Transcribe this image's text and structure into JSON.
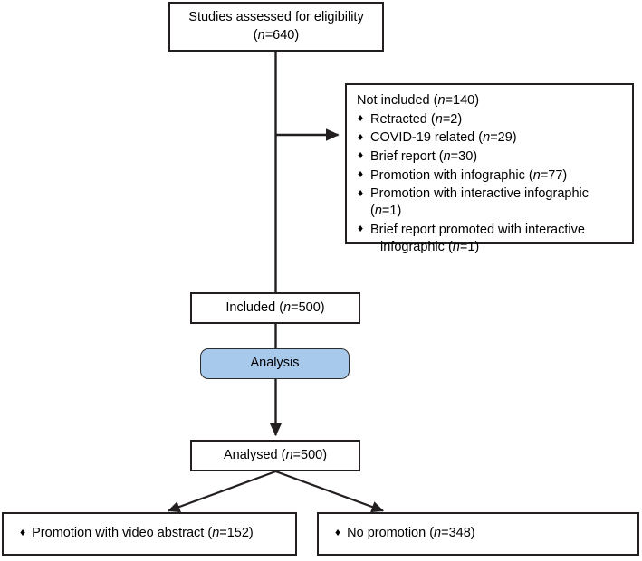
{
  "diagram": {
    "type": "flowchart",
    "title_text": "Study selection flow diagram",
    "colors": {
      "stroke": "#231f20",
      "node_fill": "#ffffff",
      "accent_fill": "#a6c9ec",
      "text": "#000000"
    },
    "bullet_glyph": "♦"
  },
  "nodes": {
    "assessed": {
      "label": "Studies assessed for eligibility",
      "n_prefix": "(",
      "n_label": "n",
      "n_value": "=640)",
      "count": 640
    },
    "not_included": {
      "title_label": "Not included (",
      "title_n": "n",
      "title_value": "=140)",
      "count": 140,
      "items": [
        {
          "label": "Retracted (",
          "n": "n",
          "value": "=2)",
          "count": 2,
          "wrap": ""
        },
        {
          "label": "COVID-19 related (",
          "n": "n",
          "value": "=29)",
          "count": 29,
          "wrap": ""
        },
        {
          "label": "Brief report (",
          "n": "n",
          "value": "=30)",
          "count": 30,
          "wrap": ""
        },
        {
          "label": "Promotion with infographic (",
          "n": "n",
          "value": "=77)",
          "count": 77,
          "wrap": ""
        },
        {
          "label": "Promotion with interactive infographic (",
          "n": "n",
          "value": "=1)",
          "count": 1,
          "wrap": ""
        },
        {
          "label": "Brief report promoted with interactive",
          "n": "n",
          "value": "=1)",
          "count": 1,
          "wrap": "infographic ("
        }
      ]
    },
    "included": {
      "label": "Included (",
      "n_label": "n",
      "n_value": "=500)",
      "count": 500
    },
    "analysis": {
      "label": "Analysis"
    },
    "analysed": {
      "label": "Analysed (",
      "n_label": "n",
      "n_value": "=500)",
      "count": 500
    },
    "video_abstract": {
      "label": "Promotion with video abstract (",
      "n_label": "n",
      "n_value": "=152)",
      "count": 152
    },
    "no_promotion": {
      "label": "No promotion (",
      "n_label": "n",
      "n_value": "=348)",
      "count": 348
    }
  }
}
